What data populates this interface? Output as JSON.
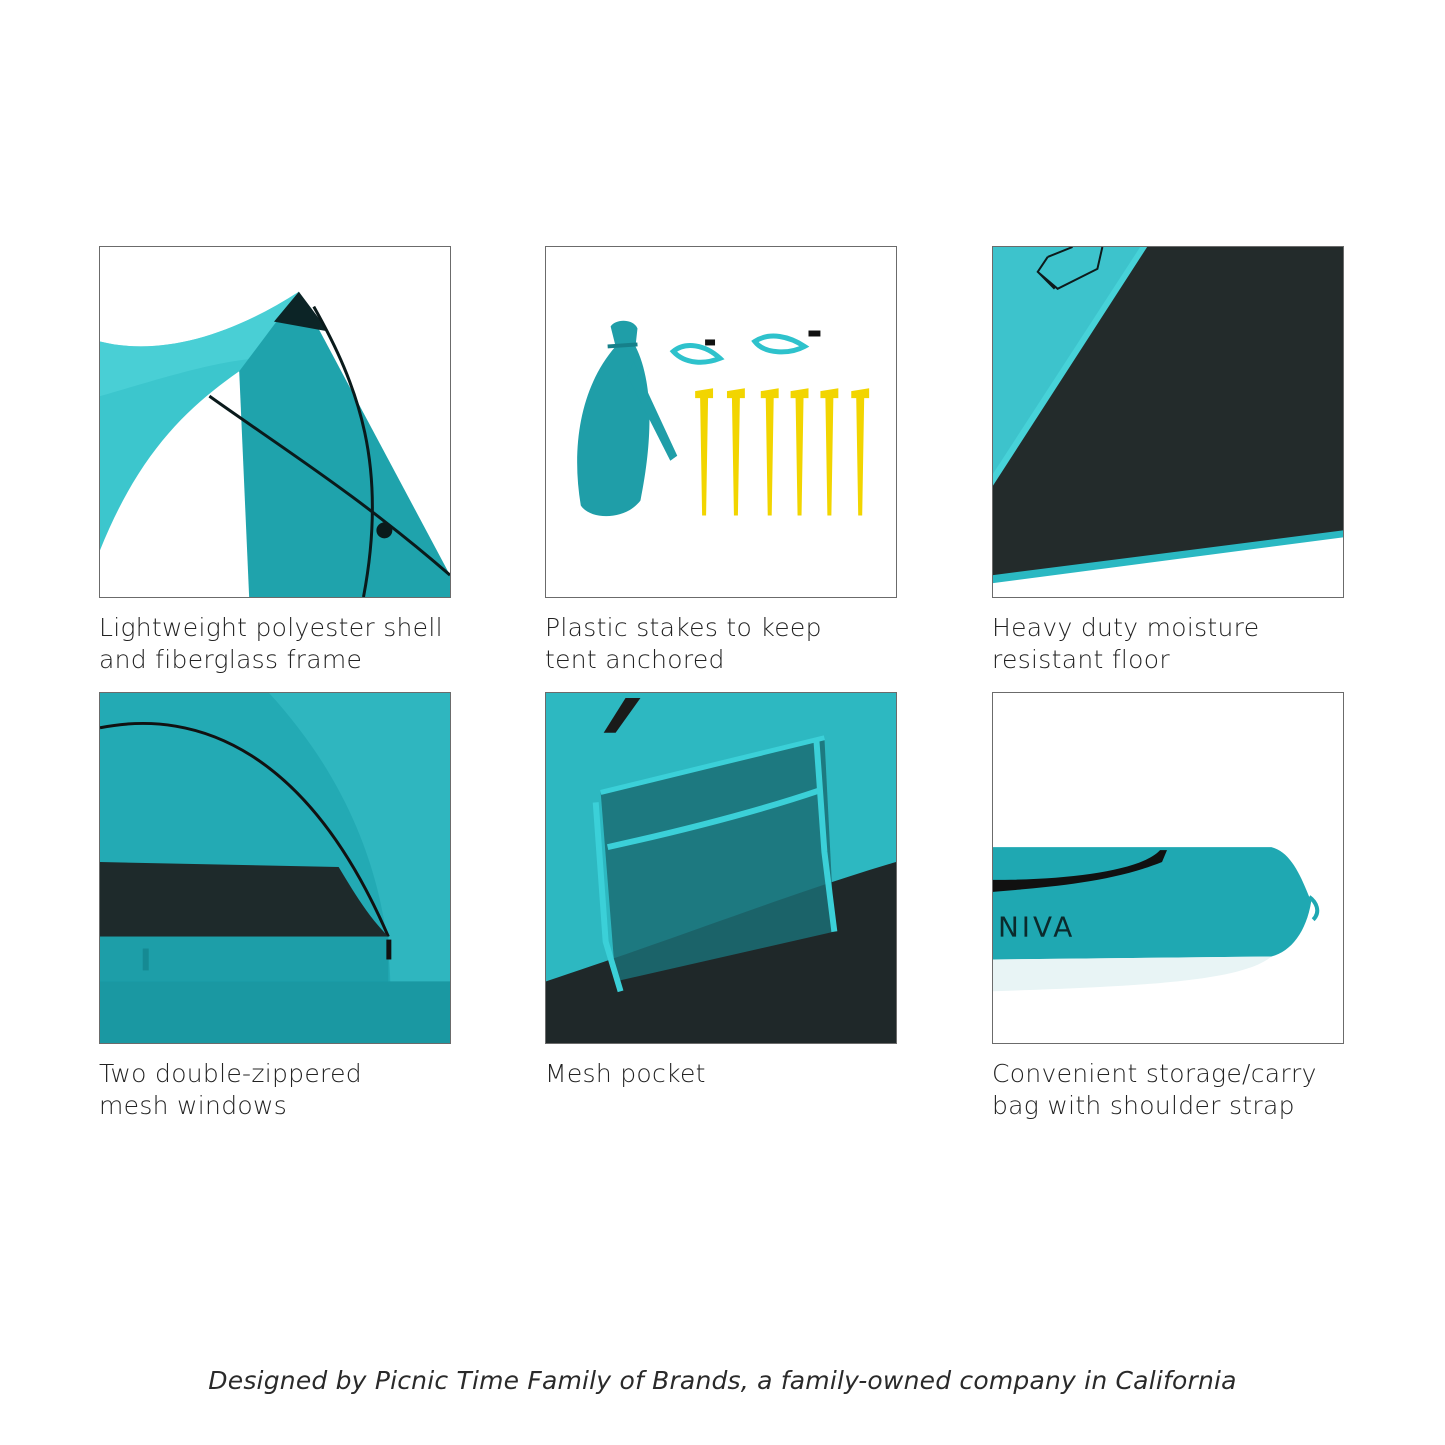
{
  "colors": {
    "teal": "#27b3bd",
    "teal_light": "#3fc9cf",
    "teal_dark": "#168f97",
    "floor_dark": "#1f2a2b",
    "stake_yellow": "#f2d500",
    "border": "#6b6b6b"
  },
  "features": [
    {
      "image": "tent-canopy-frame-photo",
      "caption_line1": "Lightweight polyester shell",
      "caption_line2": "and fiberglass frame"
    },
    {
      "image": "stakes-and-guy-lines-photo",
      "caption_line1": "Plastic stakes to keep",
      "caption_line2": "tent anchored"
    },
    {
      "image": "tent-floor-photo",
      "caption_line1": "Heavy duty moisture",
      "caption_line2": "resistant floor"
    },
    {
      "image": "mesh-window-photo",
      "caption_line1": "Two double-zippered",
      "caption_line2": "mesh windows"
    },
    {
      "image": "mesh-pocket-photo",
      "caption_line1": "Mesh pocket",
      "caption_line2": ""
    },
    {
      "image": "carry-bag-photo",
      "caption_line1": "Convenient storage/carry",
      "caption_line2": "bag with shoulder strap",
      "bag_brand": "NIVA"
    }
  ],
  "footer": {
    "text": "Designed by Picnic Time Family of Brands, a family-owned company in California"
  }
}
